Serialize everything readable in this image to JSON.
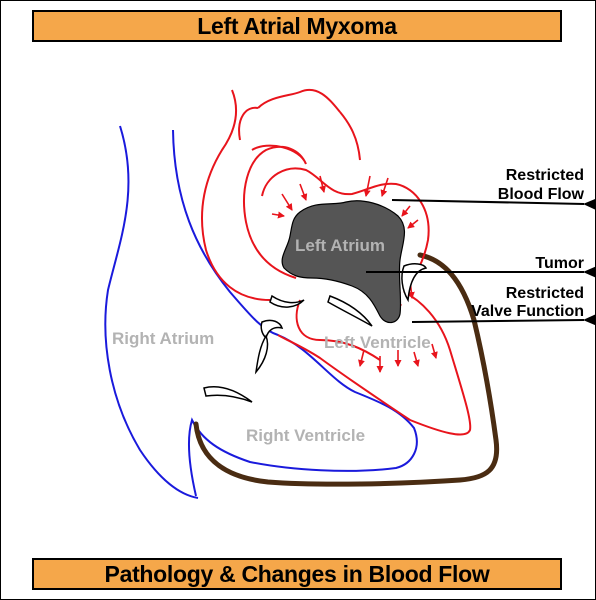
{
  "title": "Left Atrial Myxoma",
  "footer": "Pathology & Changes in Blood Flow",
  "regions": {
    "left_atrium": "Left Atrium",
    "right_atrium": "Right Atrium",
    "left_ventricle": "Left Ventricle",
    "right_ventricle": "Right Ventricle"
  },
  "annotations": {
    "restricted_flow_line1": "Restricted",
    "restricted_flow_line2": "Blood Flow",
    "tumor": "Tumor",
    "restricted_valve_line1": "Restricted",
    "restricted_valve_line2": "Valve Function"
  },
  "colors": {
    "banner": "#f5a74a",
    "left_heart": "#e8141c",
    "right_heart": "#1a1adc",
    "pericardium": "#4a2c12",
    "tumor": "#555555",
    "label_gray": "#b3b3b3"
  }
}
